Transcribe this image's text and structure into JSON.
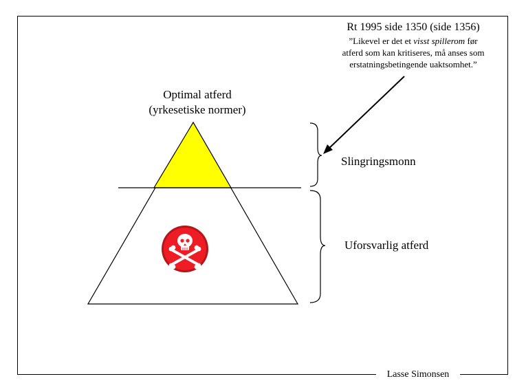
{
  "quote": {
    "heading": "Rt 1995 side 1350 (side 1356)",
    "line1_before": "”Likevel er det et ",
    "line1_emph": "visst spillerom",
    "line1_after": " før",
    "line2": "atferd som kan kritiseres, må anses som",
    "line3": "erstatningsbetingende uaktsomhet.”"
  },
  "top_label": {
    "line1": "Optimal atferd",
    "line2": "(yrkesetiske normer)"
  },
  "brace_labels": {
    "upper": "Slingringsmonn",
    "lower": "Uforsvarlig atferd"
  },
  "author": "Lasse Simonsen",
  "colors": {
    "apex_fill": "#ffff00",
    "badge_fill": "#ee1c24",
    "badge_ring": "#b3171a",
    "line": "#000000"
  },
  "icons": {
    "badge": "skull-and-crossbones-icon"
  }
}
